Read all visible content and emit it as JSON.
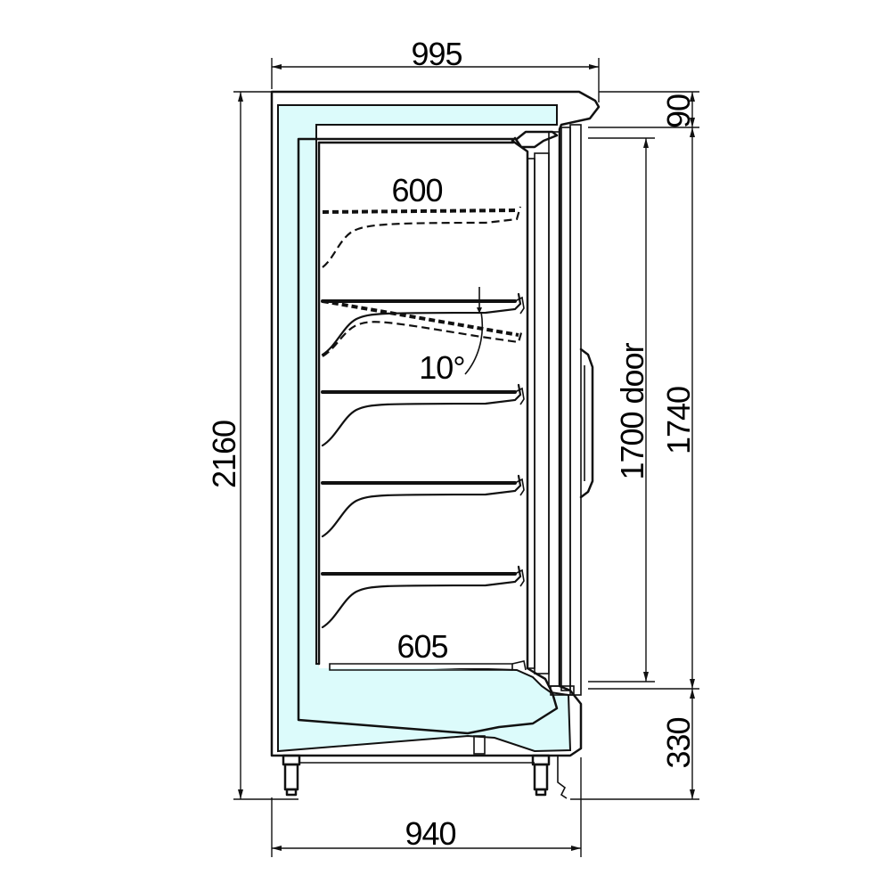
{
  "dimensions": {
    "top_width": "995",
    "bottom_width": "940",
    "total_height": "2160",
    "canopy_height": "90",
    "door_height": "1700 door",
    "opening_height": "1740",
    "base_height": "330",
    "upper_shelf_depth": "600",
    "bottom_shelf_depth": "605",
    "shelf_angle": "10°"
  },
  "colors": {
    "insulation": "#dcfbfb",
    "line": "#111111"
  }
}
